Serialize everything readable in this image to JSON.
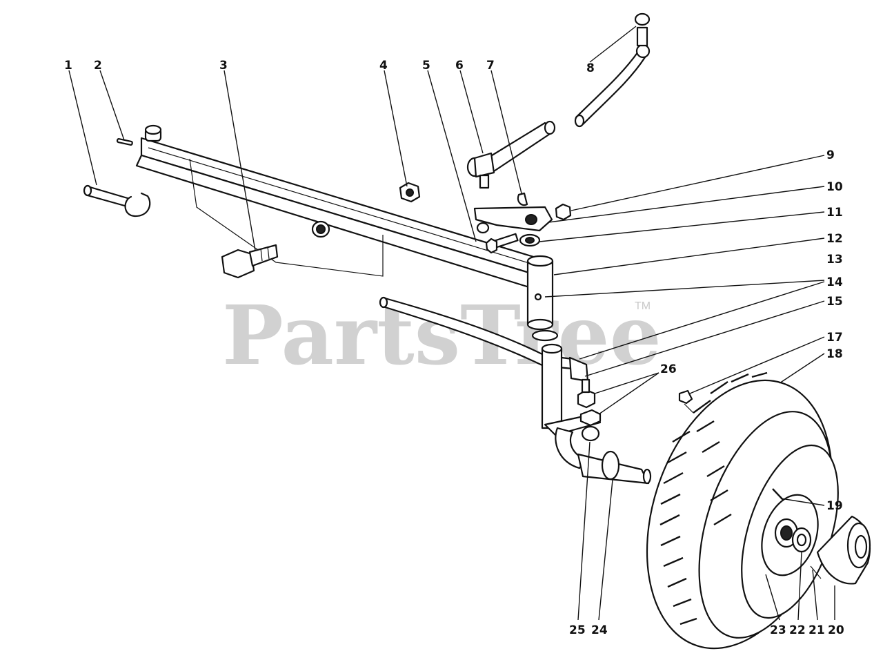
{
  "watermark": {
    "text": "PartsTree",
    "trademark": "TM"
  },
  "callouts": [
    {
      "id": "1",
      "label": "1"
    },
    {
      "id": "2",
      "label": "2"
    },
    {
      "id": "3",
      "label": "3"
    },
    {
      "id": "4",
      "label": "4"
    },
    {
      "id": "5",
      "label": "5"
    },
    {
      "id": "6",
      "label": "6"
    },
    {
      "id": "7",
      "label": "7"
    },
    {
      "id": "8",
      "label": "8"
    },
    {
      "id": "9",
      "label": "9"
    },
    {
      "id": "10",
      "label": "10"
    },
    {
      "id": "11",
      "label": "11"
    },
    {
      "id": "12",
      "label": "12"
    },
    {
      "id": "13",
      "label": "13"
    },
    {
      "id": "14",
      "label": "14"
    },
    {
      "id": "15",
      "label": "15"
    },
    {
      "id": "17",
      "label": "17"
    },
    {
      "id": "18",
      "label": "18"
    },
    {
      "id": "26",
      "label": "26"
    },
    {
      "id": "19",
      "label": "19"
    },
    {
      "id": "20",
      "label": "20"
    },
    {
      "id": "21",
      "label": "21"
    },
    {
      "id": "22",
      "label": "22"
    },
    {
      "id": "23",
      "label": "23"
    },
    {
      "id": "24",
      "label": "24"
    },
    {
      "id": "25",
      "label": "25"
    }
  ]
}
